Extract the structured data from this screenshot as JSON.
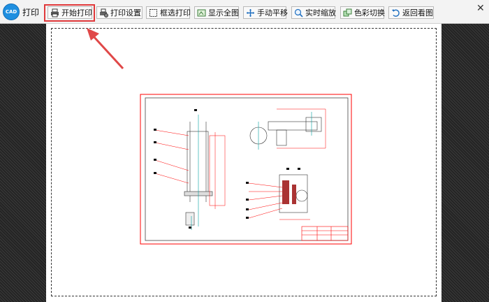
{
  "app": {
    "logo_text": "CAD",
    "title": "打印",
    "close_glyph": "✕"
  },
  "toolbar": {
    "buttons": [
      {
        "label": "开始打印",
        "icon": "printer-icon"
      },
      {
        "label": "打印设置",
        "icon": "print-settings-icon"
      },
      {
        "label": "框选打印",
        "icon": "box-select-icon"
      },
      {
        "label": "显示全图",
        "icon": "show-full-icon"
      },
      {
        "label": "手动平移",
        "icon": "pan-icon"
      },
      {
        "label": "实时缩放",
        "icon": "zoom-icon"
      },
      {
        "label": "色彩切换",
        "icon": "color-switch-icon"
      },
      {
        "label": "返回看图",
        "icon": "return-icon"
      }
    ]
  },
  "colors": {
    "highlight": "#e0393b",
    "drawing_border": "#ff0000",
    "logo": "#1f8fe0"
  }
}
